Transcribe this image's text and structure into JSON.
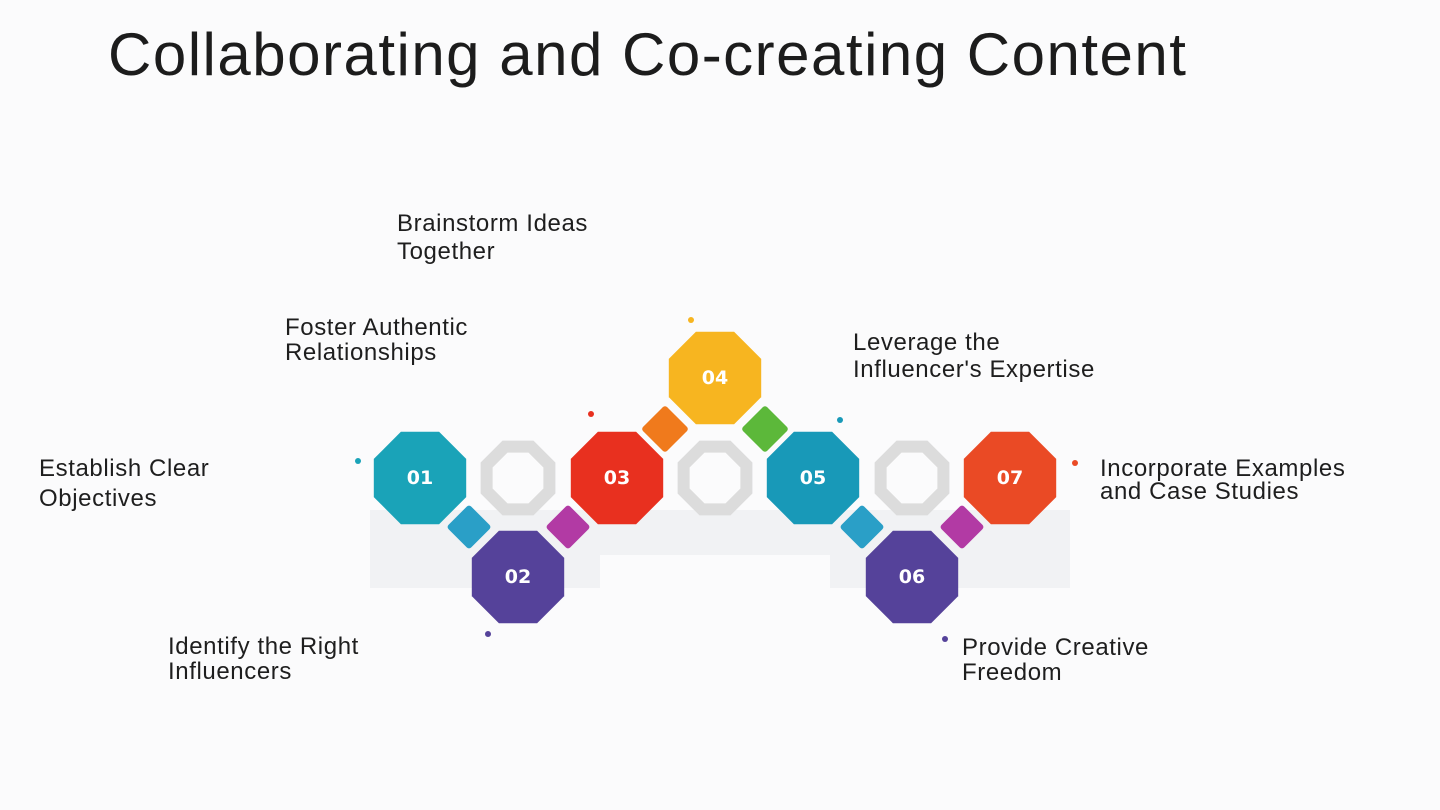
{
  "title": "Collaborating and Co-creating Content",
  "steps": [
    {
      "num": "01",
      "color": "#1aa3b8",
      "lines": [
        "Establish Clear",
        "Objectives"
      ]
    },
    {
      "num": "02",
      "color": "#55429a",
      "lines": [
        "Identify the Right",
        "Influencers"
      ]
    },
    {
      "num": "03",
      "color": "#e8301f",
      "lines": [
        "Foster Authentic",
        "Relationships"
      ]
    },
    {
      "num": "04",
      "color": "#f7b520",
      "lines": [
        "Brainstorm Ideas",
        "Together"
      ]
    },
    {
      "num": "05",
      "color": "#1899b8",
      "lines": [
        "Leverage the",
        "Influencer's Expertise"
      ]
    },
    {
      "num": "06",
      "color": "#55429a",
      "lines": [
        "Provide Creative",
        "Freedom"
      ]
    },
    {
      "num": "07",
      "color": "#ea4a25",
      "lines": [
        "Incorporate Examples",
        "and Case Studies"
      ]
    }
  ],
  "connectors": {
    "orange": "#f07a1c",
    "green": "#5cb83a",
    "teal": "#2a9fc7",
    "magenta": "#b23aa4",
    "ring": "#dcdcdc"
  }
}
